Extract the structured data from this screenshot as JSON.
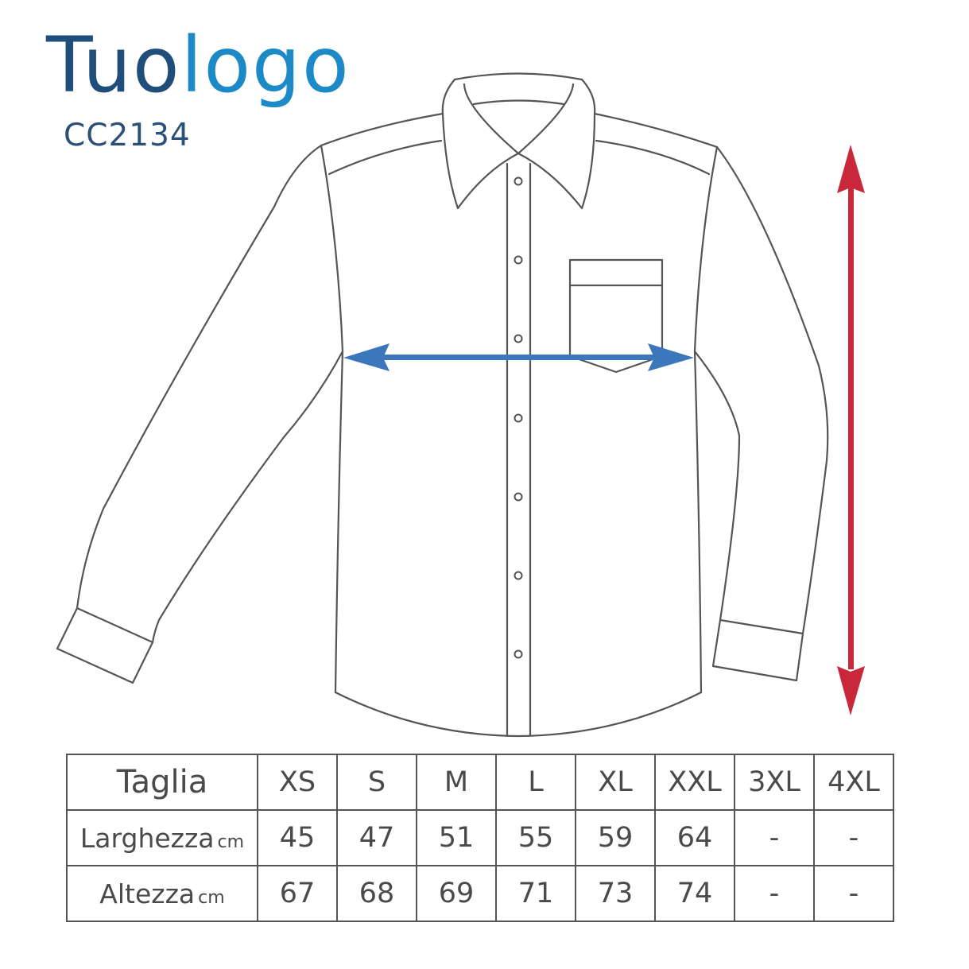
{
  "logo": {
    "part1": "Tuo",
    "part2": "logo",
    "color1": "#1f4e7a",
    "color2": "#1b8ac6"
  },
  "product_code": "CC2134",
  "illustration": {
    "subject": "shirt-outline-icon",
    "width_arrow_color": "#3d77bb",
    "height_arrow_color": "#c8283a",
    "line_color": "#555555"
  },
  "size_table": {
    "header_label": "Taglia",
    "sizes": [
      "XS",
      "S",
      "M",
      "L",
      "XL",
      "XXL",
      "3XL",
      "4XL"
    ],
    "rows": [
      {
        "label": "Larghezza",
        "unit": "cm",
        "color": "#1a7fbb",
        "values": [
          "45",
          "47",
          "51",
          "55",
          "59",
          "64",
          "-",
          "-"
        ]
      },
      {
        "label": "Altezza",
        "unit": "cm",
        "color": "#e02a3a",
        "values": [
          "67",
          "68",
          "69",
          "71",
          "73",
          "74",
          "-",
          "-"
        ]
      }
    ]
  }
}
